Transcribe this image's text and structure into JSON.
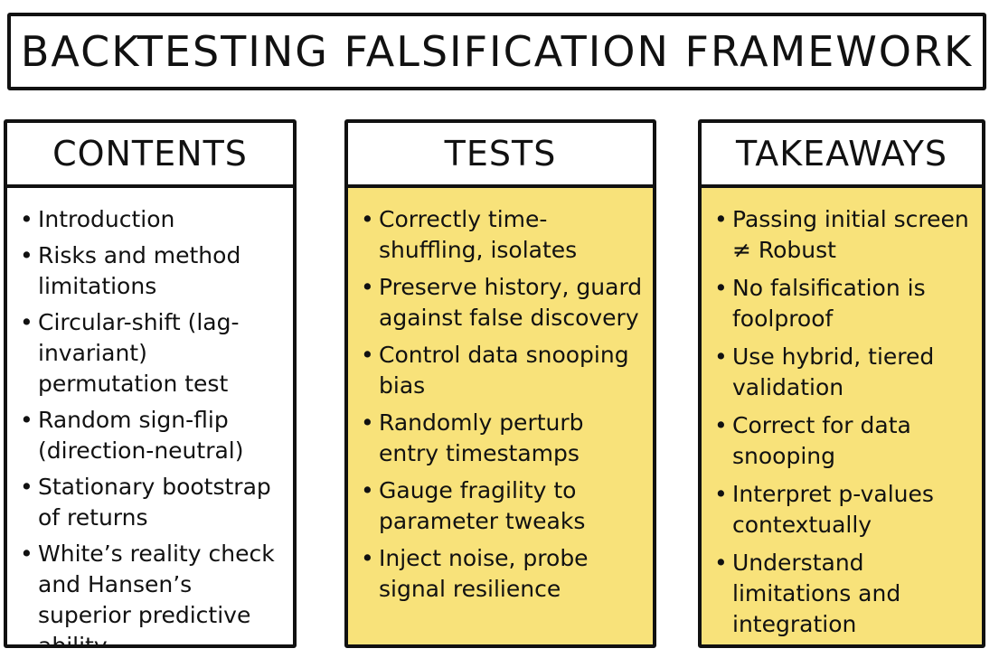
{
  "title": "BACKTESTING FALSIFICATION FRAMEWORK",
  "panels": {
    "contents": {
      "header": "CONTENTS",
      "items": [
        "Introduction",
        "Risks and method limitations",
        "Circular-shift (lag-invariant) permutation test",
        "Random sign-flip (direction-neutral)",
        "Stationary bootstrap of returns",
        "White’s reality check and Hansen’s superior predictive ability"
      ]
    },
    "tests": {
      "header": "TESTS",
      "items": [
        "Correctly time-shuffling, isolates",
        "Preserve history, guard against false discovery",
        "Control data snooping bias",
        "Randomly perturb entry timestamps",
        "Gauge fragility to parameter tweaks",
        "Inject noise, probe signal resilience"
      ]
    },
    "takeaways": {
      "header": "TAKEAWAYS",
      "items": [
        "Passing initial screen ≠ Robust",
        "No falsification is foolproof",
        "Use hybrid, tiered validation",
        "Correct for data snooping",
        "Interpret p-values contextually",
        "Understand limitations and integration"
      ]
    }
  },
  "bullet_symbol": "•",
  "colors": {
    "highlight_fill": "#f8e27a",
    "stroke": "#111111"
  }
}
